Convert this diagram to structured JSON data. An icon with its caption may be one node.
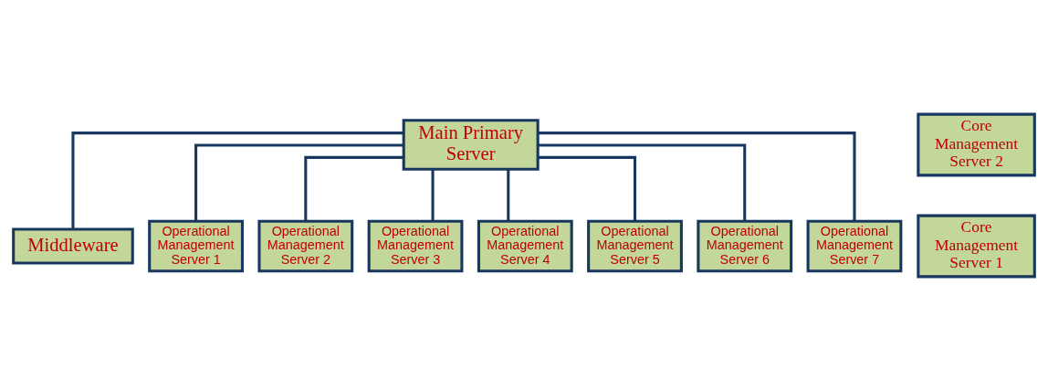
{
  "diagram": {
    "nodes": [
      {
        "text": [
          "Main Primary Server"
        ]
      },
      {
        "text": [
          "Core Management Server 2"
        ]
      },
      {
        "text": [
          "Middleware"
        ]
      },
      {
        "text": [
          "Core Management Server 1"
        ]
      },
      {
        "text": [
          "Operational Management Server 1"
        ]
      },
      {
        "text": [
          "Operational Management Server 2"
        ]
      },
      {
        "text": [
          "Operational Management Server 3"
        ]
      },
      {
        "text": [
          "Operational Management Server 4"
        ]
      },
      {
        "text": [
          "Operational Management Server 5"
        ]
      },
      {
        "text": [
          "Operational Management Server 6"
        ]
      },
      {
        "text": [
          "Operational Management Server 7"
        ]
      }
    ],
    "edges": [
      {
        "from": 0,
        "to": 2,
        "arrow": "none"
      },
      {
        "from": 0,
        "to": 4,
        "arrow": "none"
      },
      {
        "from": 0,
        "to": 5,
        "arrow": "none"
      },
      {
        "from": 0,
        "to": 6,
        "arrow": "none"
      },
      {
        "from": 0,
        "to": 7,
        "arrow": "none"
      },
      {
        "from": 0,
        "to": 8,
        "arrow": "none"
      },
      {
        "from": 0,
        "to": 9,
        "arrow": "none"
      },
      {
        "from": 0,
        "to": 10,
        "arrow": "none"
      }
    ]
  }
}
